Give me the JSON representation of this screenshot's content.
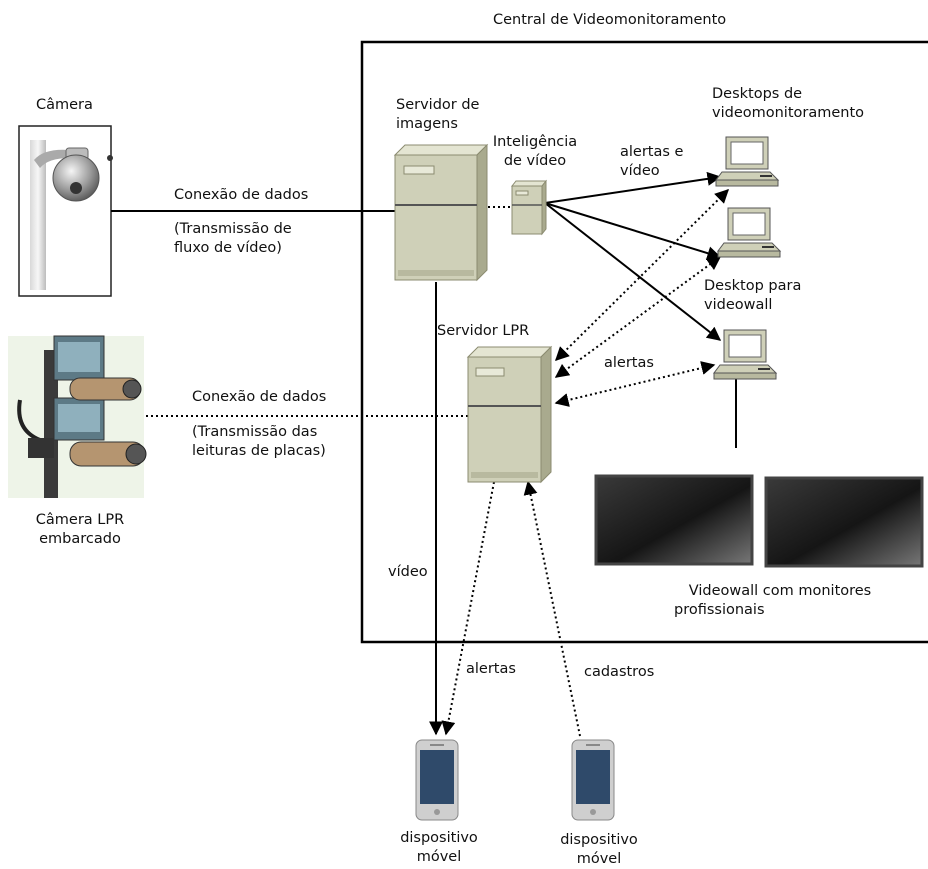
{
  "central_title": "Central de Videomonitoramento",
  "camera": {
    "label": "Câmera"
  },
  "camera_lpr": {
    "label_line1": "Câmera LPR",
    "label_line2": "embarcado"
  },
  "conn_top": {
    "title": "Conexão de dados",
    "sub_line1": "(Transmissão de",
    "sub_line2": "fluxo de vídeo)"
  },
  "conn_bottom": {
    "title": "Conexão de dados",
    "sub_line1": "(Transmissão das",
    "sub_line2": "leituras de placas)"
  },
  "server_images": {
    "line1": "Servidor de",
    "line2": "imagens"
  },
  "video_intel": {
    "line1": "Inteligência",
    "line2": "de vídeo"
  },
  "server_lpr": {
    "label": "Servidor LPR"
  },
  "desktops_monitoring": {
    "line1": "Desktops de",
    "line2": "videomonitoramento"
  },
  "desktop_videowall": {
    "line1": "Desktop para",
    "line2": "videowall"
  },
  "edge_labels": {
    "alerts_video_1": "alertas e",
    "alerts_video_2": "vídeo",
    "alerts_lpr": "alertas",
    "video_down": "vídeo",
    "alerts_down": "alertas",
    "registrations_up": "cadastros"
  },
  "videowall": {
    "line1": "Videowall com monitores",
    "line2": "profissionais"
  },
  "mobile_1": {
    "line1": "dispositivo",
    "line2": "móvel"
  },
  "mobile_2": {
    "line1": "dispositivo",
    "line2": "móvel"
  },
  "colors": {
    "frame": "#000000",
    "server_fill": "#cfd0b8",
    "server_edge": "#8b8b70",
    "screen": "#1c1c1c",
    "phone_body": "#cfcfcf",
    "phone_screen": "#2f4a6a"
  }
}
